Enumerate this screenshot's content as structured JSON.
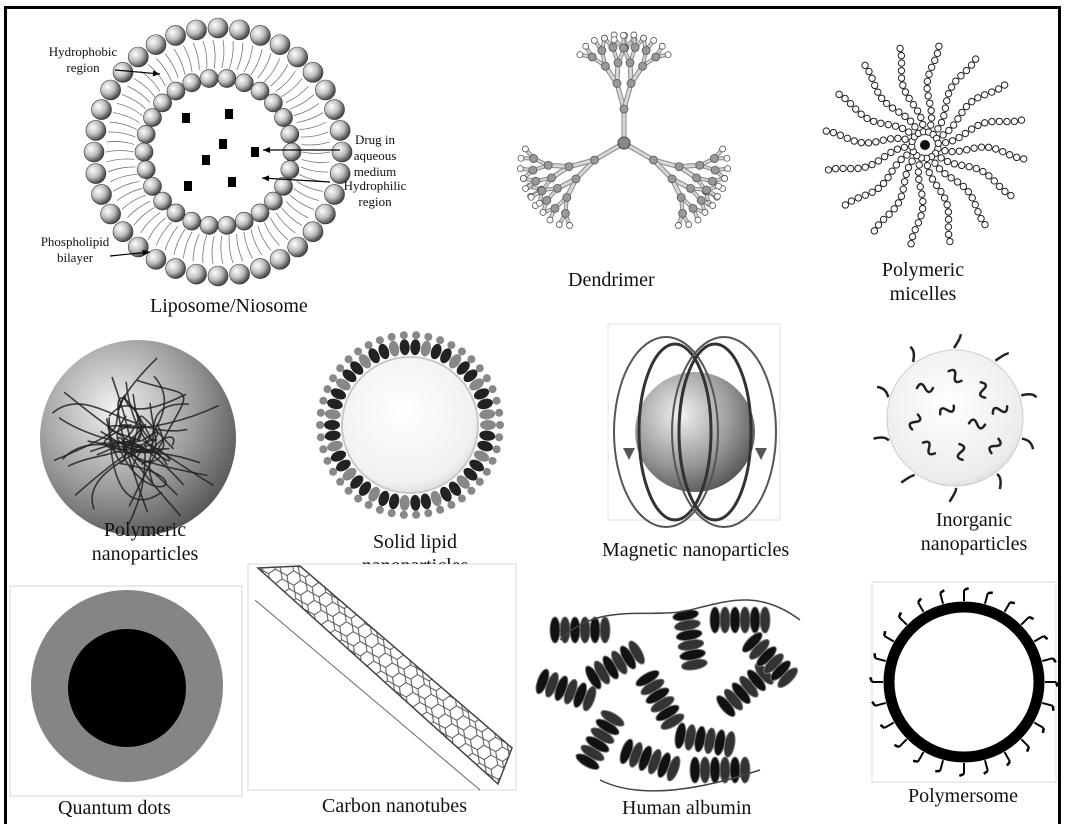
{
  "figure": {
    "panels": [
      {
        "key": "liposome",
        "caption": "Liposome/Niosome",
        "icon": "liposome-icon"
      },
      {
        "key": "dendrimer",
        "caption": "Dendrimer",
        "icon": "dendrimer-icon"
      },
      {
        "key": "micelles",
        "caption": "Polymeric micelles",
        "icon": "micelle-icon"
      },
      {
        "key": "polyNano",
        "caption": "Polymeric nanoparticles",
        "icon": "polymer-sphere-icon"
      },
      {
        "key": "sln",
        "caption": "Solid lipid nanoparticles",
        "icon": "solid-lipid-icon"
      },
      {
        "key": "magnetic",
        "caption": "Magnetic nanoparticles",
        "icon": "magnetic-field-icon"
      },
      {
        "key": "inorganic",
        "caption": "Inorganic nanoparticles",
        "icon": "inorganic-sphere-icon"
      },
      {
        "key": "qdots",
        "caption": "Quantum dots",
        "icon": "quantum-dot-icon"
      },
      {
        "key": "cnt",
        "caption": "Carbon nanotubes",
        "icon": "nanotube-icon"
      },
      {
        "key": "albumin",
        "caption": "Human albumin",
        "icon": "protein-icon"
      },
      {
        "key": "polymersome",
        "caption": "Polymersome",
        "icon": "polymersome-icon"
      }
    ],
    "liposome_labels": {
      "hydrophobic": "Hydrophobic region",
      "drug": "Drug in aqueous medium",
      "hydrophilic": "Hydrophilic region",
      "bilayer": "Phospholipid bilayer"
    }
  }
}
